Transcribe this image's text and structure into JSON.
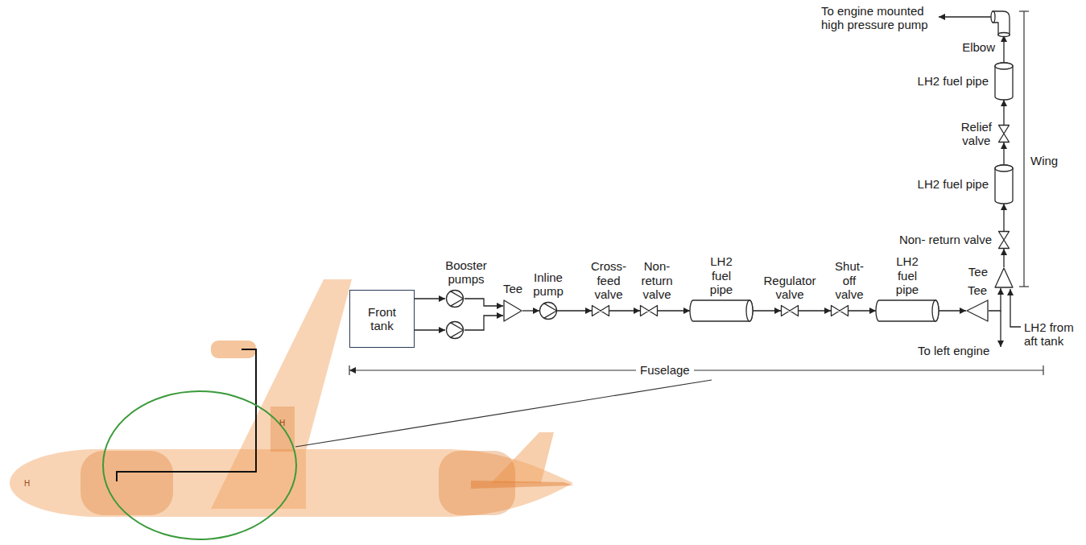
{
  "diagram": {
    "nodes": [
      {
        "text": [
          "Front tank"
        ]
      },
      {
        "text": [
          "Booster pumps"
        ]
      },
      {
        "text": [
          "Tee"
        ]
      },
      {
        "text": [
          "Inline pump"
        ]
      },
      {
        "text": [
          "Cross-feed valve"
        ]
      },
      {
        "text": [
          "Non- return valve"
        ]
      },
      {
        "text": [
          "LH2 fuel pipe"
        ]
      },
      {
        "text": [
          "Regulator valve"
        ]
      },
      {
        "text": [
          "Shut- off valve"
        ]
      },
      {
        "text": [
          "LH2 fuel pipe"
        ]
      },
      {
        "text": [
          "Tee"
        ]
      },
      {
        "text": [
          "Tee"
        ]
      },
      {
        "text": [
          "Non- return valve"
        ]
      },
      {
        "text": [
          "LH2 fuel pipe"
        ]
      },
      {
        "text": [
          "Relief valve"
        ]
      },
      {
        "text": [
          "LH2 fuel pipe"
        ]
      },
      {
        "text": [
          "Elbow"
        ]
      }
    ],
    "edges": [
      {
        "from": 0,
        "to": 1,
        "arrow": "to"
      },
      {
        "from": 1,
        "to": 2,
        "arrow": "to"
      },
      {
        "from": 2,
        "to": 3,
        "arrow": "to"
      },
      {
        "from": 3,
        "to": 4,
        "arrow": "to"
      },
      {
        "from": 4,
        "to": 5,
        "arrow": "to"
      },
      {
        "from": 5,
        "to": 6,
        "arrow": "to"
      },
      {
        "from": 6,
        "to": 7,
        "arrow": "to"
      },
      {
        "from": 7,
        "to": 8,
        "arrow": "to"
      },
      {
        "from": 8,
        "to": 9,
        "arrow": "to"
      },
      {
        "from": 9,
        "to": 10,
        "arrow": "to"
      },
      {
        "from": 10,
        "to": 11,
        "arrow": "to"
      },
      {
        "from": 11,
        "to": 12,
        "arrow": "to"
      },
      {
        "from": 12,
        "to": 13,
        "arrow": "to"
      },
      {
        "from": 13,
        "to": 14,
        "arrow": "to"
      },
      {
        "from": 14,
        "to": 15,
        "arrow": "to"
      },
      {
        "from": 15,
        "to": 16,
        "arrow": "to"
      }
    ],
    "labels": [
      "To engine mounted high pressure pump",
      "Wing",
      "LH2 from aft tank",
      "To left engine",
      "Fuselage",
      "H",
      "H"
    ]
  }
}
